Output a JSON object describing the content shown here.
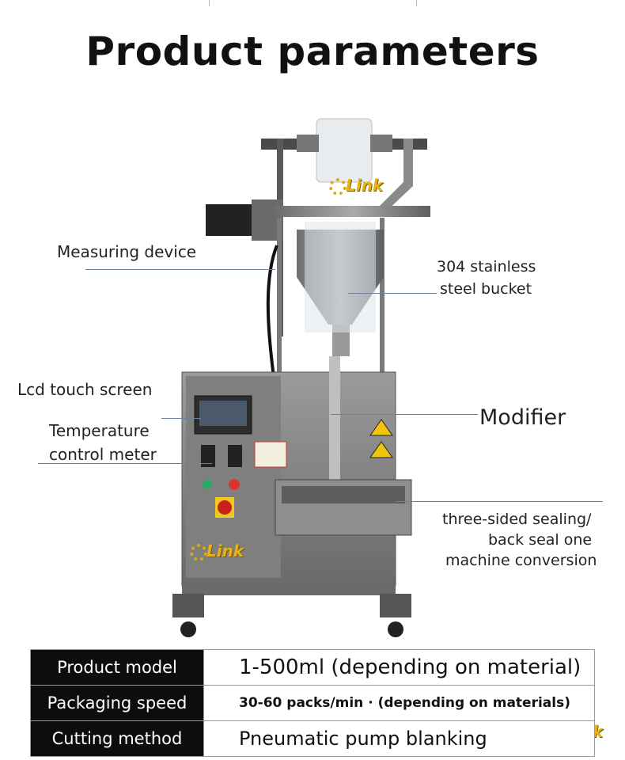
{
  "header": {
    "title": "Product parameters"
  },
  "callouts": {
    "measuring_device": "Measuring device",
    "stainless_bucket_line1": "304 stainless",
    "stainless_bucket_line2": "steel bucket",
    "lcd_touch_screen": "Lcd touch screen",
    "temperature_line1": "Temperature",
    "temperature_line2": "control meter",
    "modifier": "Modifier",
    "sealing_line1": "three-sided sealing/",
    "sealing_line2": "back seal one",
    "sealing_line3": "machine conversion"
  },
  "watermark": {
    "text": "Link"
  },
  "params_table": {
    "rows": [
      {
        "label": "Product model",
        "value": "1-500ml (depending on material)"
      },
      {
        "label": "Packaging speed",
        "value": "30-60 packs/min · (depending on materials)"
      },
      {
        "label": "Cutting method",
        "value": "Pneumatic pump blanking"
      }
    ]
  }
}
